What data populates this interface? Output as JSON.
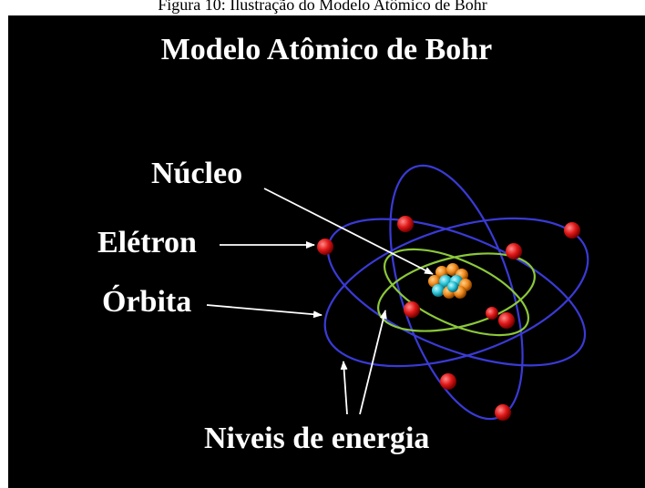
{
  "caption": "Figura 10: Ilustração do Modelo Atômico de Bohr",
  "title": "Modelo Atômico de Bohr",
  "labels": {
    "nucleus": "Núcleo",
    "electron": "Elétron",
    "orbit": "Órbita",
    "energy_levels": "Niveis de energia"
  },
  "colors": {
    "background": "#000000",
    "text": "#ffffff",
    "outer_orbits": "#3a3ad6",
    "inner_orbits": "#8cc83a",
    "electrons": "#e01818",
    "protons": "#f08a1c",
    "neutrons": "#2cc6d8",
    "arrows": "#ffffff"
  },
  "electron_count": 9
}
